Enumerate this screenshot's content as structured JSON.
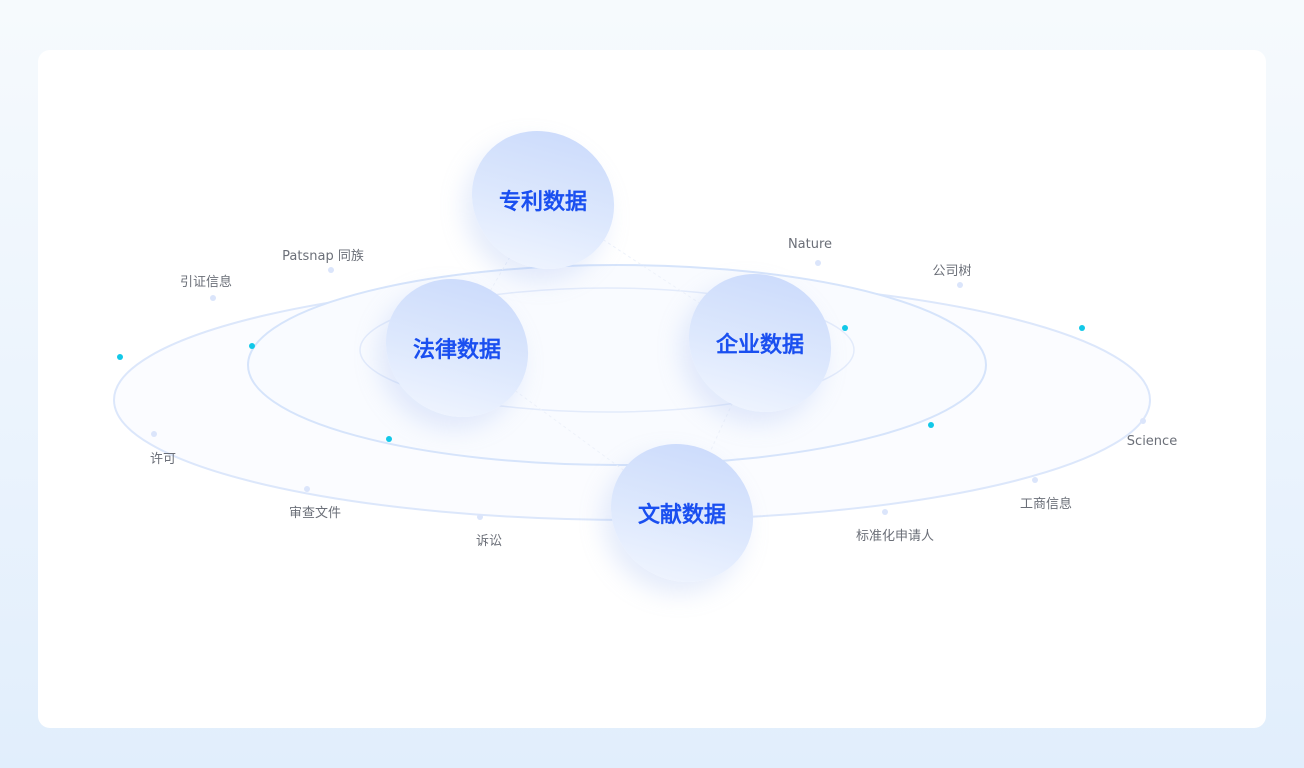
{
  "hubs": [
    {
      "label": "专利数据"
    },
    {
      "label": "法律数据"
    },
    {
      "label": "企业数据"
    },
    {
      "label": "文献数据"
    }
  ],
  "labels": [
    "引证信息",
    "Patsnap 同族",
    "Nature",
    "公司树",
    "许可",
    "审查文件",
    "诉讼",
    "Science",
    "工商信息",
    "标准化申请人"
  ],
  "colors": {
    "accent": "#1a4ff0",
    "dot": "#12c8e8",
    "ring": "#d6e4fb"
  }
}
